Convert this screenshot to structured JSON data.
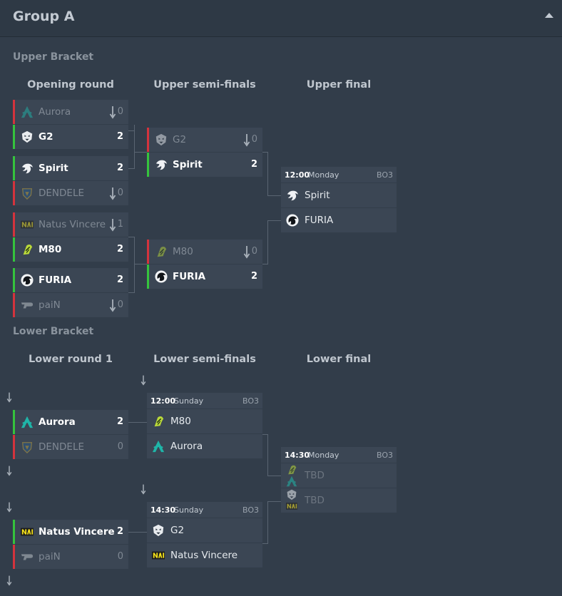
{
  "header": {
    "title": "Group A"
  },
  "upper_bracket": {
    "label": "Upper Bracket",
    "rounds": [
      "Opening round",
      "Upper semi-finals",
      "Upper final"
    ],
    "opening": [
      {
        "teams": [
          {
            "name": "Aurora",
            "score": "0",
            "result": "lose",
            "logo": "aurora-logo"
          },
          {
            "name": "G2",
            "score": "2",
            "result": "win",
            "logo": "g2-logo"
          }
        ]
      },
      {
        "teams": [
          {
            "name": "Spirit",
            "score": "2",
            "result": "win",
            "logo": "spirit-logo"
          },
          {
            "name": "DENDELE",
            "score": "0",
            "result": "lose",
            "logo": "dendele-logo"
          }
        ]
      },
      {
        "teams": [
          {
            "name": "Natus Vincere",
            "score": "1",
            "result": "lose",
            "logo": "navi-logo"
          },
          {
            "name": "M80",
            "score": "2",
            "result": "win",
            "logo": "m80-logo"
          }
        ]
      },
      {
        "teams": [
          {
            "name": "FURIA",
            "score": "2",
            "result": "win",
            "logo": "furia-logo"
          },
          {
            "name": "paiN",
            "score": "0",
            "result": "lose",
            "logo": "pain-logo"
          }
        ]
      }
    ],
    "semis": [
      {
        "teams": [
          {
            "name": "G2",
            "score": "0",
            "result": "lose",
            "logo": "g2-logo"
          },
          {
            "name": "Spirit",
            "score": "2",
            "result": "win",
            "logo": "spirit-logo"
          }
        ]
      },
      {
        "teams": [
          {
            "name": "M80",
            "score": "0",
            "result": "lose",
            "logo": "m80-logo"
          },
          {
            "name": "FURIA",
            "score": "2",
            "result": "win",
            "logo": "furia-logo"
          }
        ]
      }
    ],
    "final": {
      "time": "12:00",
      "day": "Monday",
      "format": "BO3",
      "teams": [
        {
          "name": "Spirit",
          "logo": "spirit-logo"
        },
        {
          "name": "FURIA",
          "logo": "furia-logo"
        }
      ]
    }
  },
  "lower_bracket": {
    "label": "Lower Bracket",
    "rounds": [
      "Lower round 1",
      "Lower semi-finals",
      "Lower final"
    ],
    "round1": [
      {
        "teams": [
          {
            "name": "Aurora",
            "score": "2",
            "result": "win",
            "logo": "aurora-logo"
          },
          {
            "name": "DENDELE",
            "score": "0",
            "result": "lose",
            "logo": "dendele-logo"
          }
        ]
      },
      {
        "teams": [
          {
            "name": "Natus Vincere",
            "score": "2",
            "result": "win",
            "logo": "navi-logo"
          },
          {
            "name": "paiN",
            "score": "0",
            "result": "lose",
            "logo": "pain-logo"
          }
        ]
      }
    ],
    "semis": [
      {
        "time": "12:00",
        "day": "Sunday",
        "format": "BO3",
        "teams": [
          {
            "name": "M80",
            "logo": "m80-logo"
          },
          {
            "name": "Aurora",
            "logo": "aurora-logo"
          }
        ]
      },
      {
        "time": "14:30",
        "day": "Sunday",
        "format": "BO3",
        "teams": [
          {
            "name": "G2",
            "logo": "g2-logo"
          },
          {
            "name": "Natus Vincere",
            "logo": "navi-logo"
          }
        ]
      }
    ],
    "final": {
      "time": "14:30",
      "day": "Monday",
      "format": "BO3",
      "teams": [
        {
          "name": "TBD",
          "logo": "m80-aurora-logo"
        },
        {
          "name": "TBD",
          "logo": "g2-navi-logo"
        }
      ]
    }
  },
  "colors": {
    "win": "#35c43d",
    "lose": "#d4333d",
    "background": "#323d4a",
    "card": "#3b4654",
    "aurora": "#1fb5a8",
    "navi": "#f5e21a",
    "m80": "#b9d83a"
  }
}
